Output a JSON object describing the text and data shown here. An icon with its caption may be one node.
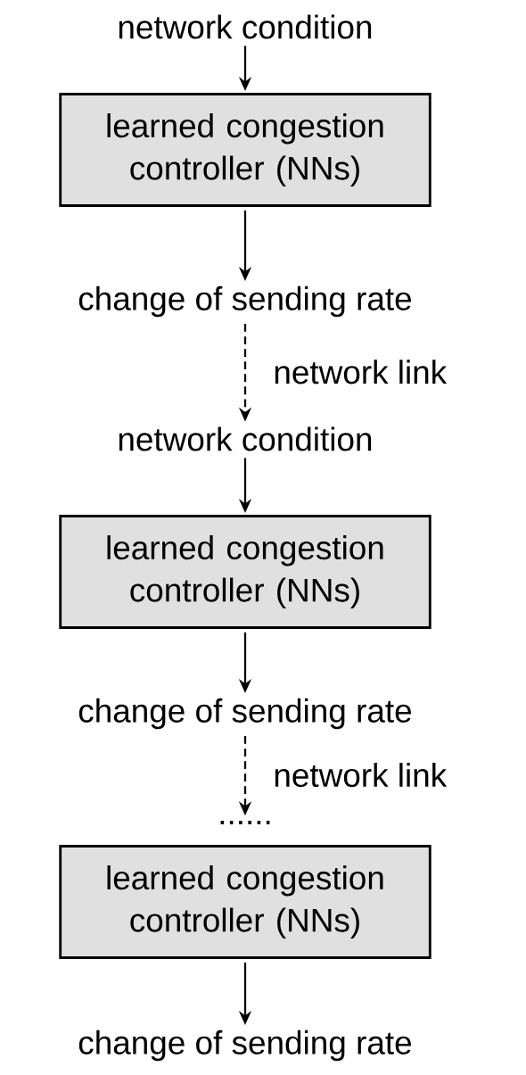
{
  "diagram": {
    "nodes": [
      {
        "text": [
          "network condition"
        ]
      },
      {
        "text": [
          "learned congestion controller (NNs)"
        ]
      },
      {
        "text": [
          "change of sending rate"
        ]
      },
      {
        "text": [
          "network condition"
        ]
      },
      {
        "text": [
          "learned congestion controller (NNs)"
        ]
      },
      {
        "text": [
          "change of sending rate"
        ]
      },
      {
        "text": [
          "......"
        ]
      },
      {
        "text": [
          "learned congestion controller (NNs)"
        ]
      },
      {
        "text": [
          "change of sending rate"
        ]
      }
    ],
    "edges": [
      {
        "from": 0,
        "to": 1,
        "arrow": "to"
      },
      {
        "from": 1,
        "to": 2,
        "arrow": "to"
      },
      {
        "from": 2,
        "to": 3,
        "arrow": "to",
        "style": "dashed",
        "label": "network link"
      },
      {
        "from": 3,
        "to": 4,
        "arrow": "to"
      },
      {
        "from": 4,
        "to": 5,
        "arrow": "to"
      },
      {
        "from": 5,
        "to": 6,
        "arrow": "to",
        "style": "dashed",
        "label": "network link"
      },
      {
        "from": 7,
        "to": 8,
        "arrow": "to"
      }
    ]
  }
}
